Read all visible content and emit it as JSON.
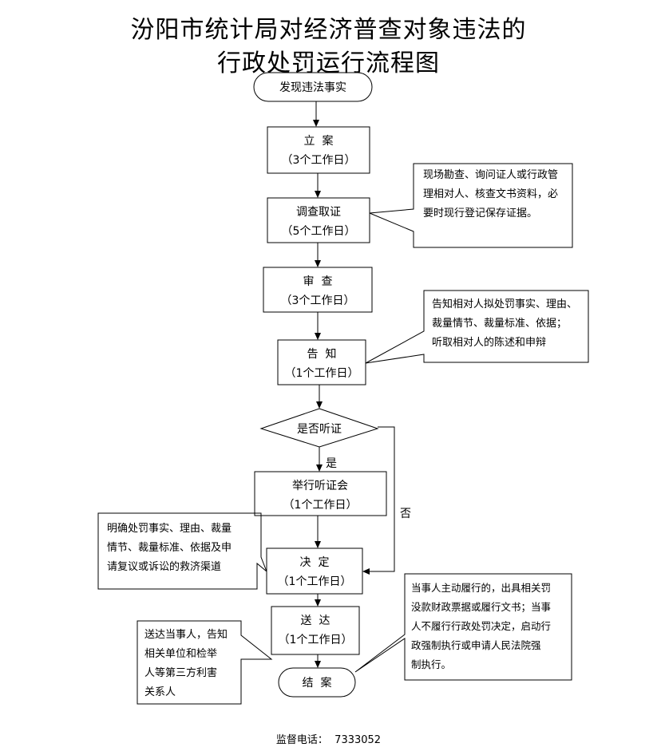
{
  "title": {
    "line1": "汾阳市统计局对经济普查对象违法的",
    "line2": "行政处罚运行流程图"
  },
  "nodes": {
    "start": "发现违法事实",
    "case": {
      "name": "立  案",
      "days": "（3个工作日）"
    },
    "investigate": {
      "name": "调查取证",
      "days": "（5个工作日）"
    },
    "review": {
      "name": "审  查",
      "days": "（3个工作日）"
    },
    "notify": {
      "name": "告  知",
      "days": "（1个工作日）"
    },
    "hearing_q": "是否听证",
    "hearing": {
      "name": "举行听证会",
      "days": "（1个工作日）"
    },
    "decide": {
      "name": "决  定",
      "days": "（1个工作日）"
    },
    "deliver": {
      "name": "送  达",
      "days": "（1个工作日）"
    },
    "close": "结  案"
  },
  "edges": {
    "yes": "是",
    "no": "否"
  },
  "notes": {
    "investigate": [
      "现场勘查、询问证人或行政管",
      "理相对人、核查文书资料，必",
      "要时现行登记保存证据。"
    ],
    "notify": [
      "告知相对人拟处罚事实、理由、",
      "裁量情节、裁量标准、依据；",
      "听取相对人的陈述和申辩"
    ],
    "decide": [
      "明确处罚事实、理由、裁量",
      "情节、裁量标准、依据及申",
      "请复议或诉讼的救济渠道"
    ],
    "deliver": [
      "送达当事人，告知",
      "相关单位和检举",
      "人等第三方利害",
      "关系人"
    ],
    "close": [
      "当事人主动履行的，出具相关罚",
      "没款财政票据或履行文书；当事",
      "人不履行行政处罚决定，启动行",
      "政强制执行或申请人民法院强",
      "制执行。"
    ]
  },
  "footer": "监督电话：  7333052"
}
